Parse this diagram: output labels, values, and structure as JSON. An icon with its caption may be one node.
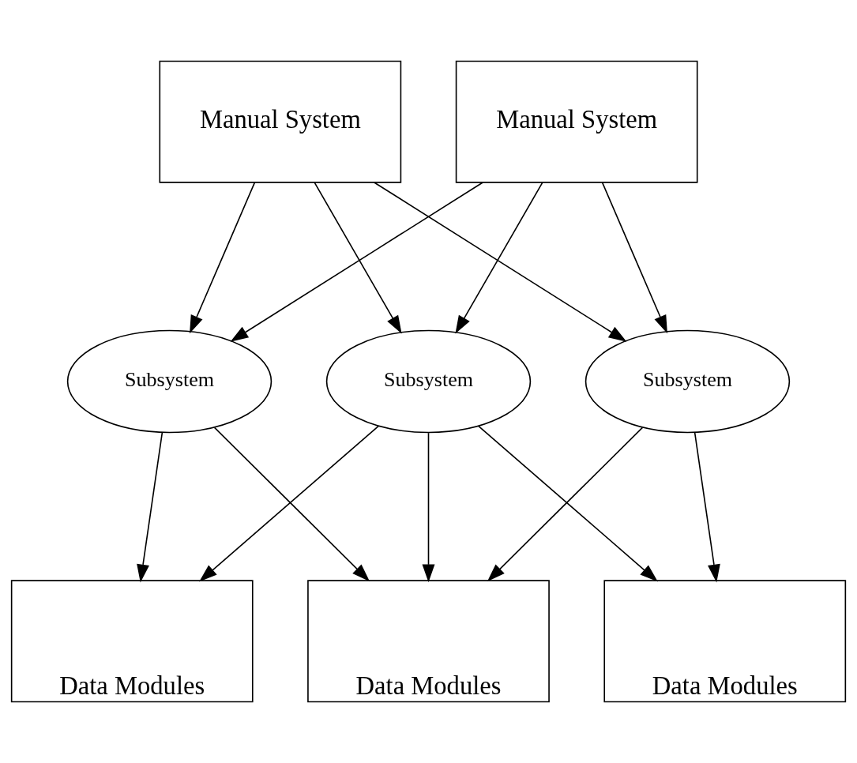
{
  "diagram": {
    "nodes": [
      {
        "text": [
          "Manual System"
        ]
      },
      {
        "text": [
          "Manual System"
        ]
      },
      {
        "text": [
          "Subsystem"
        ]
      },
      {
        "text": [
          "Subsystem"
        ]
      },
      {
        "text": [
          "Subsystem"
        ]
      },
      {
        "text": [
          "Data Modules"
        ]
      },
      {
        "text": [
          "Data Modules"
        ]
      },
      {
        "text": [
          "Data Modules"
        ]
      }
    ],
    "edges": [
      {
        "from": 0,
        "to": 2,
        "arrow": "to"
      },
      {
        "from": 0,
        "to": 3,
        "arrow": "to"
      },
      {
        "from": 0,
        "to": 4,
        "arrow": "to"
      },
      {
        "from": 1,
        "to": 2,
        "arrow": "to"
      },
      {
        "from": 1,
        "to": 3,
        "arrow": "to"
      },
      {
        "from": 1,
        "to": 4,
        "arrow": "to"
      },
      {
        "from": 2,
        "to": 5,
        "arrow": "to"
      },
      {
        "from": 2,
        "to": 6,
        "arrow": "to"
      },
      {
        "from": 3,
        "to": 5,
        "arrow": "to"
      },
      {
        "from": 3,
        "to": 6,
        "arrow": "to"
      },
      {
        "from": 3,
        "to": 7,
        "arrow": "to"
      },
      {
        "from": 4,
        "to": 5,
        "arrow": "to"
      },
      {
        "from": 4,
        "to": 7,
        "arrow": "to"
      }
    ]
  }
}
